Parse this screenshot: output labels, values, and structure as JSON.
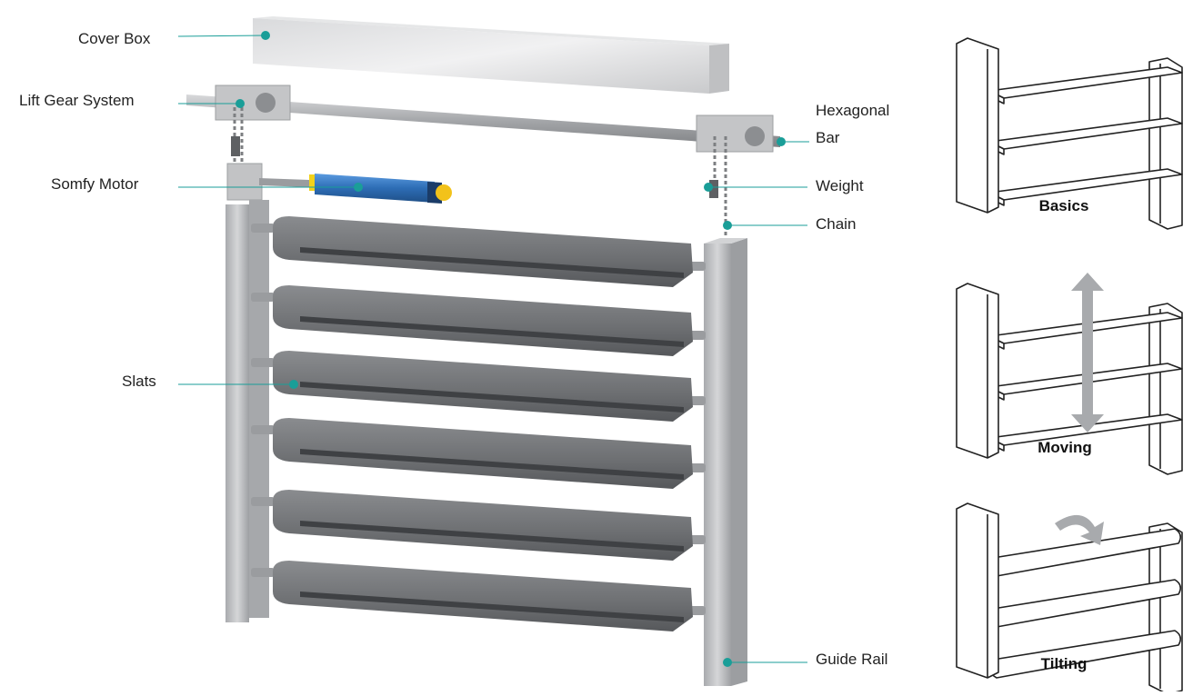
{
  "labels": {
    "cover_box": "Cover Box",
    "lift_gear": "Lift Gear System",
    "somfy_motor": "Somfy Motor",
    "slats": "Slats",
    "hexagonal_line1": "Hexagonal",
    "hexagonal_line2": "Bar",
    "weight": "Weight",
    "chain": "Chain",
    "guide_rail": "Guide Rail"
  },
  "modes": {
    "basics": "Basics",
    "moving": "Moving",
    "tilting": "Tilting"
  },
  "colors": {
    "leader": "#1a9e98",
    "dot": "#1a9e98",
    "slat": "#6d6f72",
    "metal": "#b8babd",
    "motor": "#2d6db5"
  }
}
